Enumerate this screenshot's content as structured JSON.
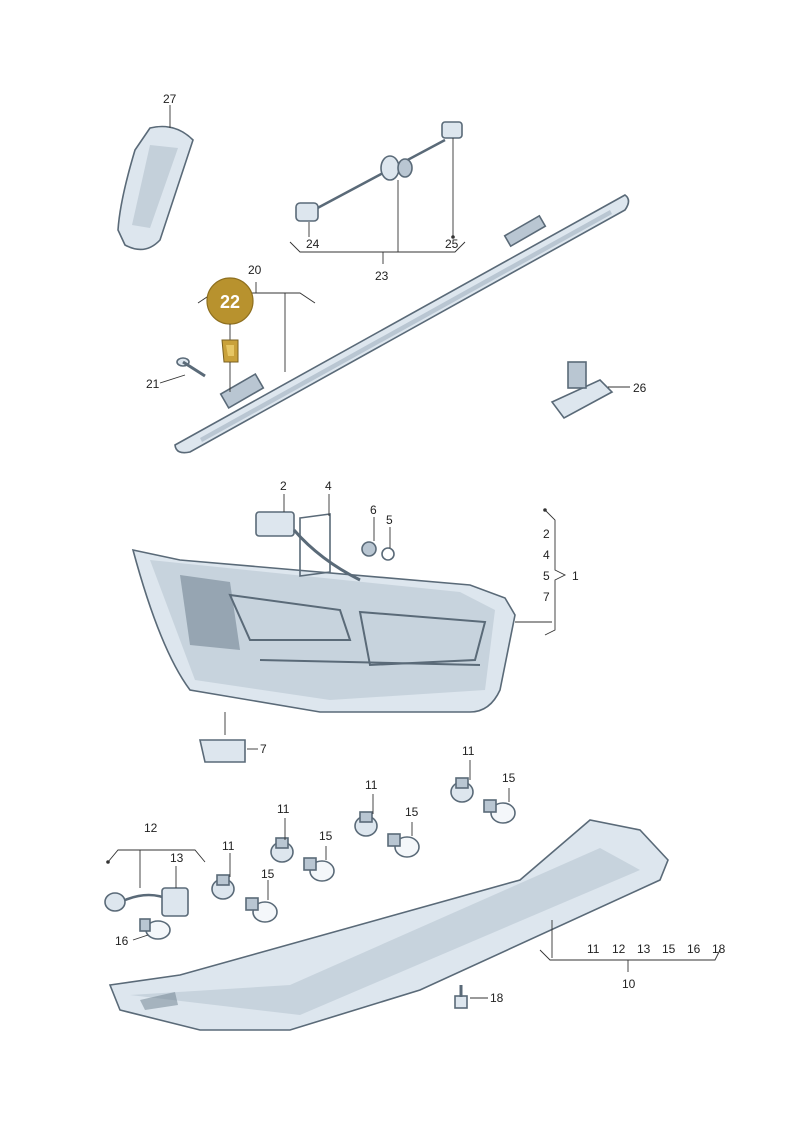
{
  "highlight": {
    "label": "22",
    "color": "#b8922e"
  },
  "callouts": {
    "c27": "27",
    "c24": "24",
    "c25": "25",
    "c23": "23",
    "c20": "20",
    "c21": "21",
    "c26": "26",
    "c2a": "2",
    "c4a": "4",
    "c6": "6",
    "c5a": "5",
    "g1_2": "2",
    "g1_4": "4",
    "g1_5": "5",
    "g1_7": "7",
    "c1": "1",
    "c7": "7",
    "c11a": "11",
    "c15a": "15",
    "c11b": "11",
    "c15b": "15",
    "c11c": "11",
    "c15c": "15",
    "c11d": "11",
    "c15d": "15",
    "c12": "12",
    "c13": "13",
    "c16": "16",
    "g10_11": "11",
    "g10_12": "12",
    "g10_13": "13",
    "g10_15": "15",
    "g10_16": "16",
    "g10_18": "18",
    "c10": "10",
    "c18": "18"
  }
}
